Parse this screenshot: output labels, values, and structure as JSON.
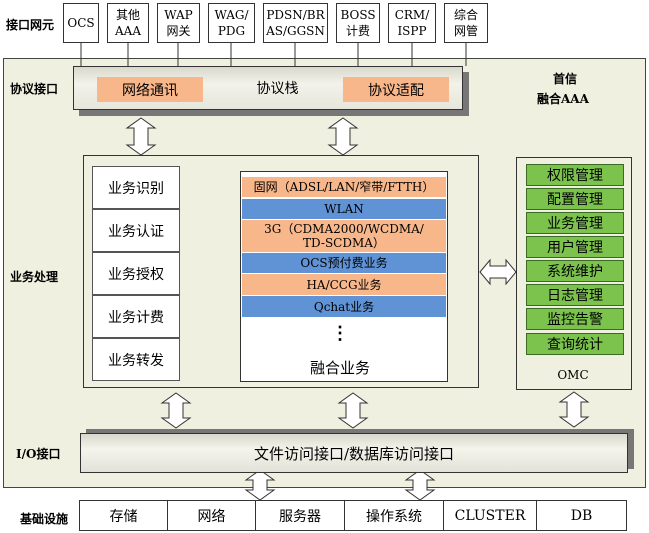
{
  "labels": {
    "interface_ne": "接口网元",
    "protocol_interface": "协议接口",
    "business_processing": "业务处理",
    "io_interface": "I/O接口",
    "infrastructure": "基础设施",
    "product_line1": "首信",
    "product_line2": "融合AAA"
  },
  "network_elements": [
    "OCS",
    "其他\nAAA",
    "WAP\n网关",
    "WAG/\nPDG",
    "PDSN/BR\nAS/GGSN",
    "BOSS\n计费",
    "CRM/\nISPP",
    "综合\n网管"
  ],
  "protocol": {
    "network_comm": "网络通讯",
    "stack": "协议栈",
    "adaptation": "协议适配"
  },
  "services": [
    "业务识别",
    "业务认证",
    "业务授权",
    "业务计费",
    "业务转发"
  ],
  "fused": {
    "items": [
      "固网（ADSL/LAN/窄带/FTTH）",
      "WLAN",
      "3G（CDMA2000/WCDMA/\nTD-SCDMA）",
      "OCS预付费业务",
      "HA/CCG业务",
      "Qchat业务"
    ],
    "ellipsis": "⋮",
    "title": "融合业务"
  },
  "omc": {
    "items": [
      "权限管理",
      "配置管理",
      "业务管理",
      "用户管理",
      "系统维护",
      "日志管理",
      "监控告警",
      "查询统计"
    ],
    "title": "OMC"
  },
  "io_bar": "文件访问接口/数据库访问接口",
  "base": [
    "存储",
    "网络",
    "服务器",
    "操作系统",
    "CLUSTER",
    "DB"
  ]
}
